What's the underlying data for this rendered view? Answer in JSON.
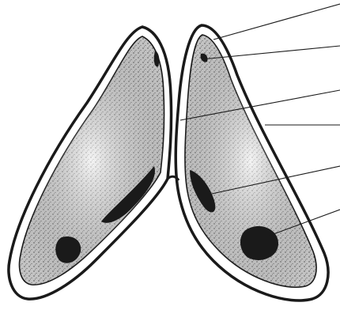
{
  "figure": {
    "kind": "line drawing of two opened bivalve shell valves (interior view)",
    "colors": {
      "ink": "#1a1a1a",
      "paper": "#ffffff"
    },
    "callouts": [
      {
        "id": "leader-1"
      },
      {
        "id": "leader-2"
      },
      {
        "id": "leader-3"
      },
      {
        "id": "leader-4"
      },
      {
        "id": "leader-5"
      },
      {
        "id": "leader-6"
      }
    ]
  }
}
